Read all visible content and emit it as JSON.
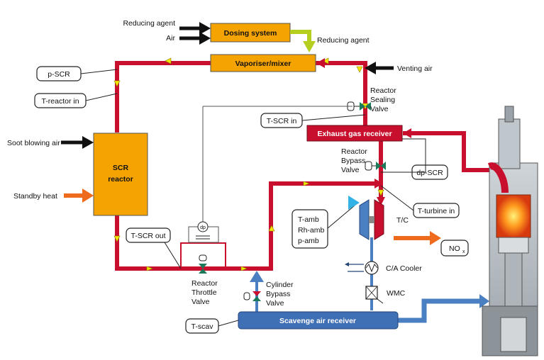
{
  "blocks": {
    "dosing_system": "Dosing system",
    "vaporiser": "Vaporiser/mixer",
    "exhaust_receiver": "Exhaust gas receiver",
    "scavenge_receiver": "Scavenge air receiver",
    "scr_reactor_line1": "SCR",
    "scr_reactor_line2": "reactor"
  },
  "sensors": {
    "p_scr": "p-SCR",
    "t_reactor_in": "T-reactor in",
    "t_scr_in": "T-SCR in",
    "t_scr_out": "T-SCR out",
    "dp_scr": "dp-SCR",
    "t_turbine_in": "T-turbine in",
    "ambient_line1": "T-amb",
    "ambient_line2": "Rh-amb",
    "ambient_line3": "p-amb",
    "t_scav": "T-scav",
    "nox_main": "NO",
    "nox_sub": "x",
    "dp_small": "dp"
  },
  "inputs": {
    "reducing_agent_in": "Reducing agent",
    "air_in": "Air",
    "reducing_agent_out": "Reducing agent",
    "venting_air": "Venting air",
    "soot_blowing_air": "Soot blowing air",
    "standby_heat": "Standby heat"
  },
  "valves": {
    "reactor_sealing": [
      "Reactor",
      "Sealing",
      "Valve"
    ],
    "reactor_bypass": [
      "Reactor",
      "Bypass",
      "Valve"
    ],
    "reactor_throttle": [
      "Reactor",
      "Throttle",
      "Valve"
    ],
    "cylinder_bypass": [
      "Cylinder",
      "Bypass",
      "Valve"
    ]
  },
  "components": {
    "turbocharger": "T/C",
    "ca_cooler": "C/A Cooler",
    "wmc": "WMC"
  },
  "colors": {
    "exhaust_line": "#c8102e",
    "air_line": "#4a7fc1",
    "block_orange": "#f5a300",
    "block_blue": "#3f6fb5",
    "block_red": "#c8102e",
    "flow_arrow": "#f2e500",
    "reducing_line": "#b6cf1e",
    "heat_arrow": "#ee6a1c",
    "valve_green": "#1a7a5a"
  }
}
